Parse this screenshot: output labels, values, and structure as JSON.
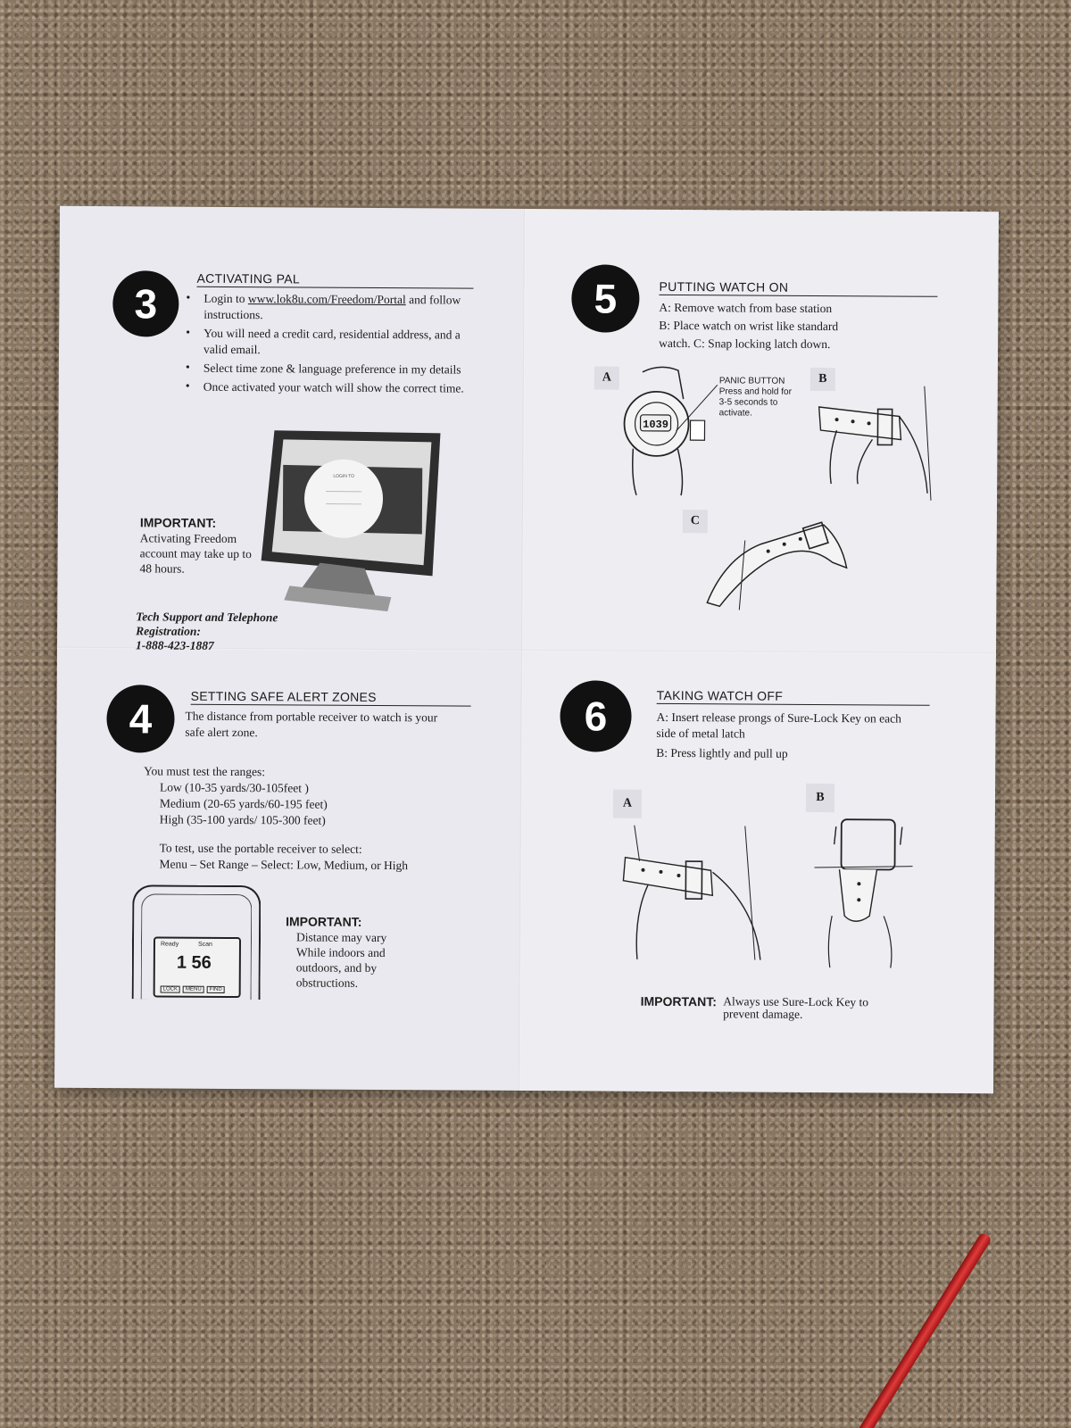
{
  "section3": {
    "number": "3",
    "title": "ACTIVATING PAL",
    "bullets": [
      {
        "before": "Login to ",
        "link": "www.lok8u.com/Freedom/Portal",
        "after": " and follow instructions."
      },
      {
        "text": "You will need a credit card, residential address, and a valid email."
      },
      {
        "text": "Select time zone & language preference in my details"
      },
      {
        "text": "Once activated your watch will show the correct time."
      }
    ],
    "important_label": "IMPORTANT:",
    "important_text": "Activating Freedom account may take up to 48 hours.",
    "support_text": "Tech Support and Telephone Registration:",
    "support_phone": "1-888-423-1887"
  },
  "section4": {
    "number": "4",
    "title": "SETTING SAFE ALERT ZONES",
    "intro": "The distance from portable receiver to watch is your safe alert zone.",
    "ranges_intro": "You must test the ranges:",
    "ranges": [
      "Low (10-35 yards/30-105feet )",
      "Medium (20-65 yards/60-195 feet)",
      "High (35-100 yards/ 105-300 feet)"
    ],
    "test_intro": "To test, use the portable receiver to select:",
    "test_path": "Menu – Set Range – Select: Low, Medium, or High",
    "important_label": "IMPORTANT:",
    "important_text": "Distance may vary While indoors and outdoors, and by obstructions.",
    "receiver_screen": {
      "status": "Ready",
      "mode": "Scan",
      "digits": "1 56",
      "buttons": [
        "LOCK",
        "MENU",
        "FIND"
      ]
    }
  },
  "section5": {
    "number": "5",
    "title": "PUTTING WATCH ON",
    "step_a": "A: Remove watch from base station",
    "step_b": "B: Place watch on wrist like standard",
    "step_c": "watch. C: Snap locking latch down.",
    "fig_labels": [
      "A",
      "B",
      "C"
    ],
    "panic_callout": "PANIC BUTTON Press and hold for 3-5 seconds to activate.",
    "watch_display": "1039"
  },
  "section6": {
    "number": "6",
    "title": "TAKING WATCH OFF",
    "step_a": "A: Insert release prongs of Sure-Lock Key on each side of metal latch",
    "step_b": "B: Press lightly and pull up",
    "fig_labels": [
      "A",
      "B"
    ],
    "important_label": "IMPORTANT:",
    "important_text": "Always use Sure-Lock Key to prevent damage."
  }
}
